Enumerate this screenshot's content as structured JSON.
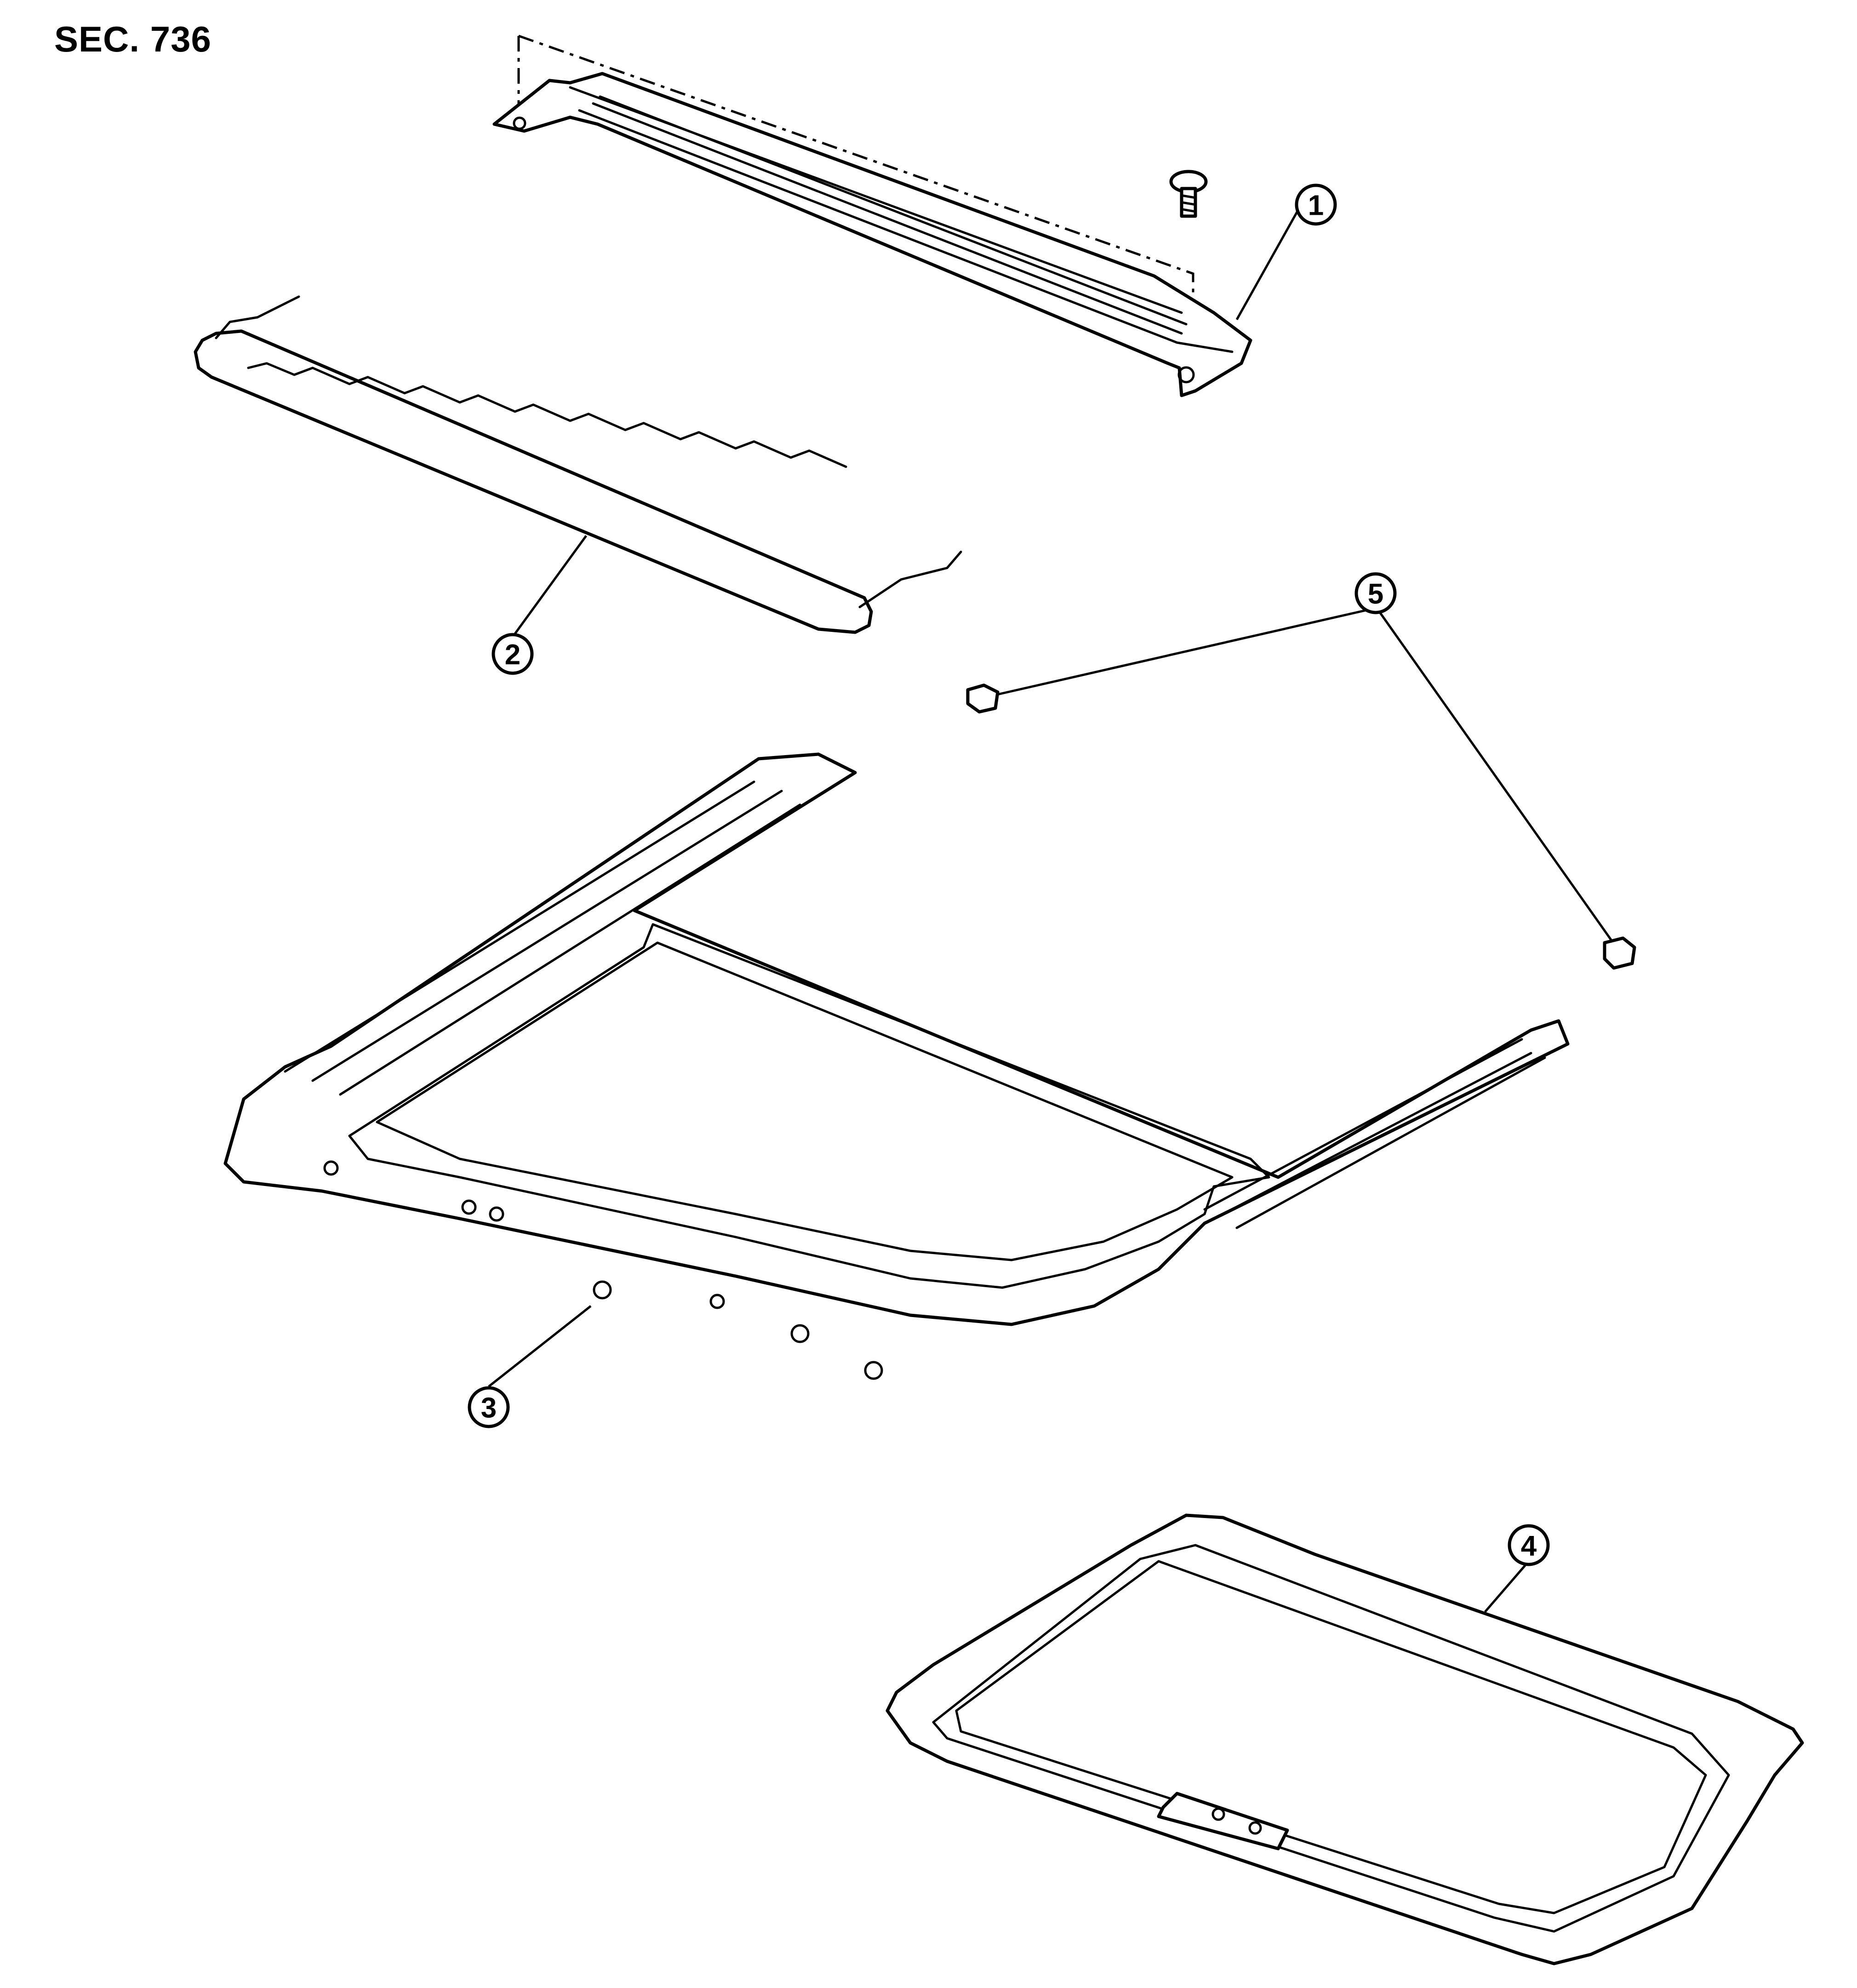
{
  "section_label": "SEC. 736",
  "callouts": [
    {
      "id": "1",
      "text": "1"
    },
    {
      "id": "2",
      "text": "2"
    },
    {
      "id": "3",
      "text": "3"
    },
    {
      "id": "4",
      "text": "4"
    },
    {
      "id": "5",
      "text": "5"
    }
  ]
}
